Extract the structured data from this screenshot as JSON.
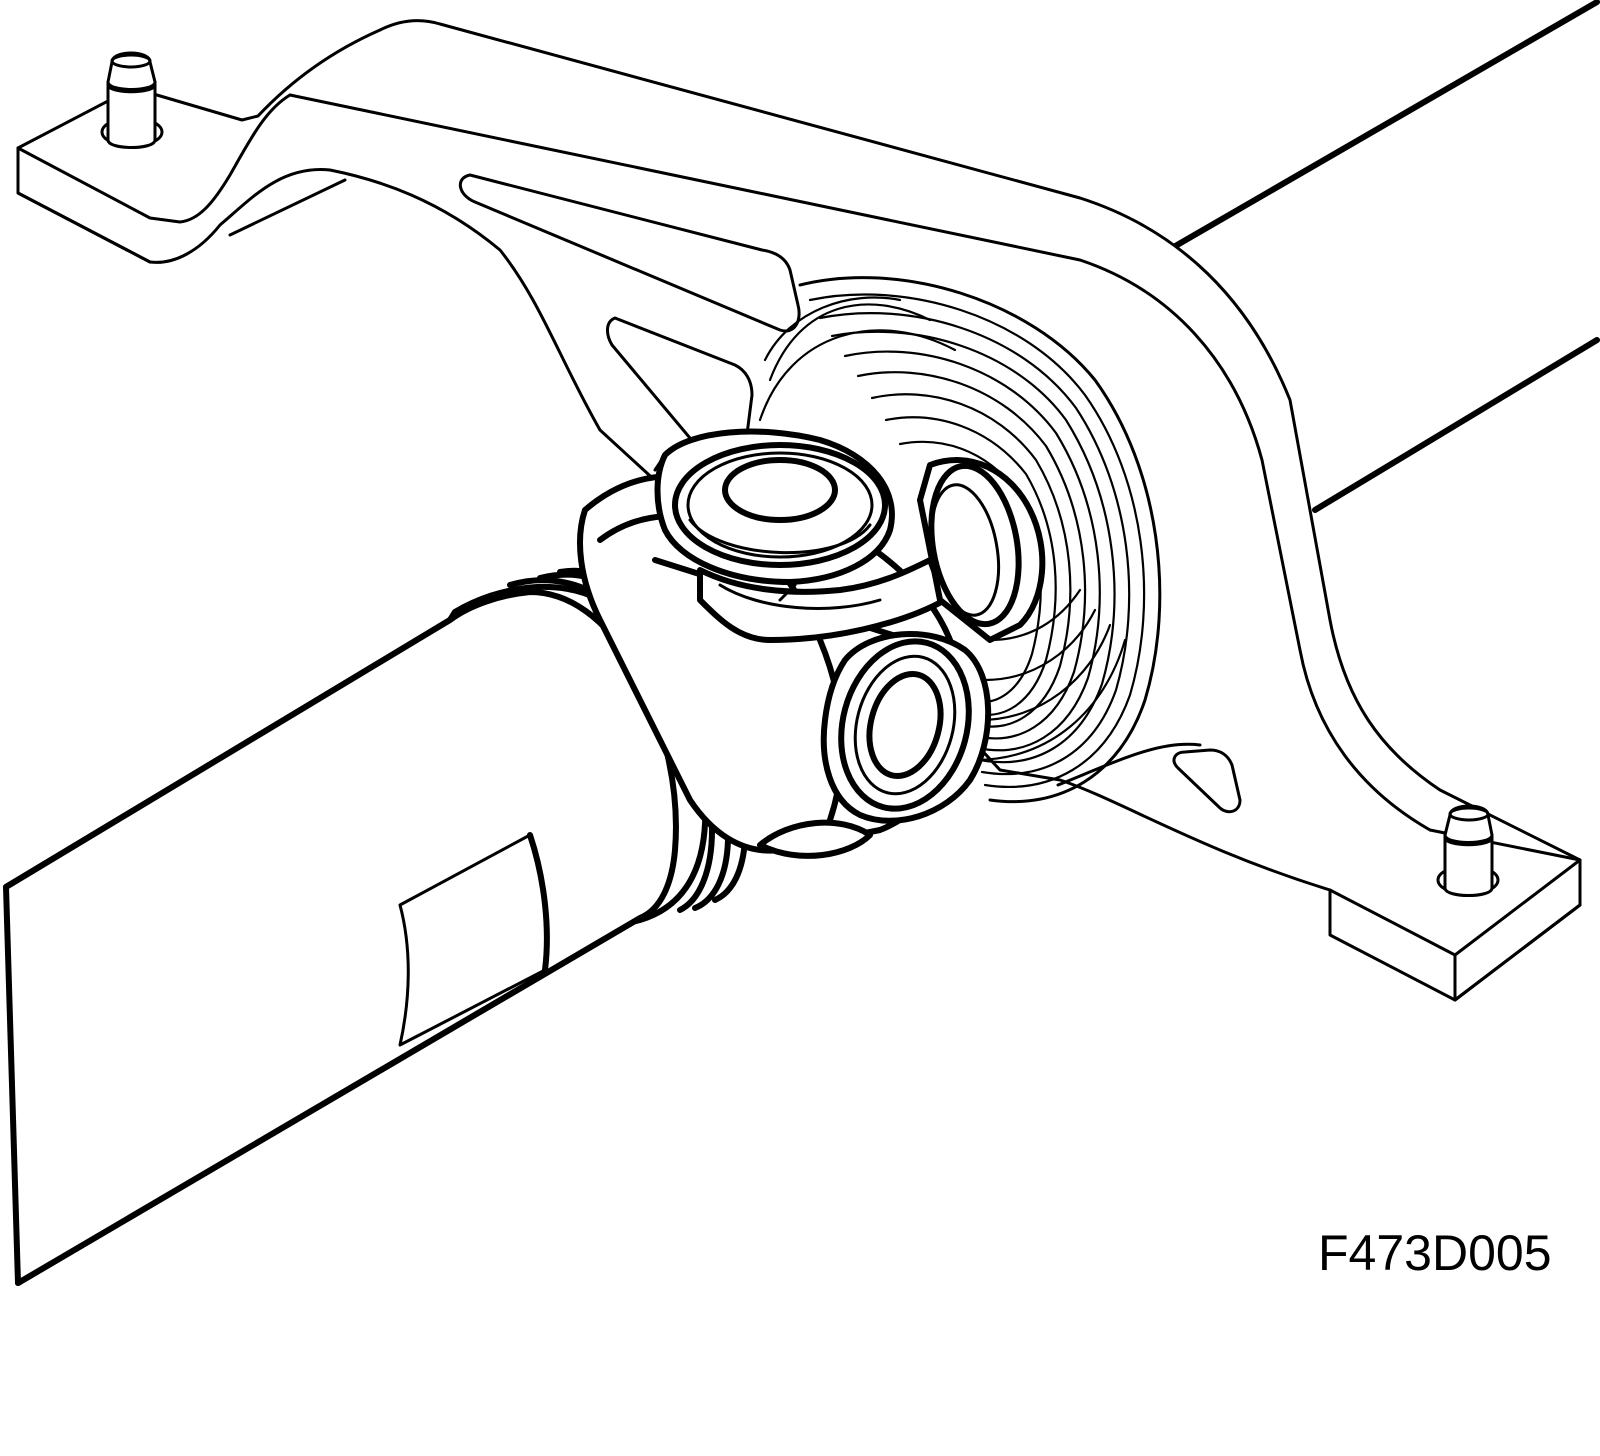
{
  "figure": {
    "code": "F473D005"
  },
  "parts": [
    {
      "name": "propeller-shaft-front-tube"
    },
    {
      "name": "propeller-shaft-rear-tube"
    },
    {
      "name": "support-bearing-bracket"
    },
    {
      "name": "rubber-bearing-mount"
    },
    {
      "name": "universal-joint"
    },
    {
      "name": "mounting-stud-left"
    },
    {
      "name": "mounting-stud-right"
    },
    {
      "name": "balance-weight"
    }
  ]
}
